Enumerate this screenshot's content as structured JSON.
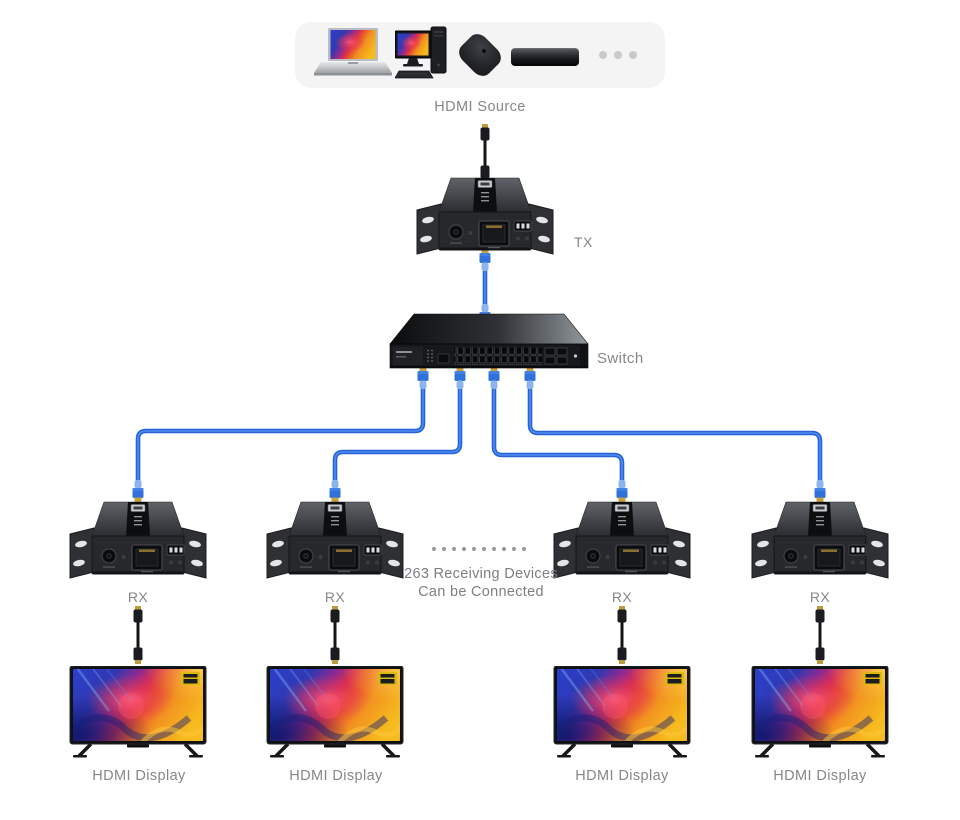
{
  "source": {
    "label": "HDMI Source",
    "devices": [
      {
        "name": "laptop"
      },
      {
        "name": "desktop-pc"
      },
      {
        "name": "tv-box"
      },
      {
        "name": "media-player"
      }
    ]
  },
  "tx": {
    "label": "TX"
  },
  "switch": {
    "label": "Switch"
  },
  "receivers": [
    {
      "label": "RX"
    },
    {
      "label": "RX"
    },
    {
      "label": "RX"
    },
    {
      "label": "RX"
    }
  ],
  "displays": [
    {
      "label": "HDMI Display"
    },
    {
      "label": "HDMI Display"
    },
    {
      "label": "HDMI Display"
    },
    {
      "label": "HDMI Display"
    }
  ],
  "note": {
    "line1": "263 Receiving Devices",
    "line2": "Can be Connected"
  },
  "colors": {
    "ethernet_cable_blue": "#2463d8",
    "connector_boot_blue": "#8ab5ee",
    "connector_gold": "#c79f3c",
    "hdmi_cable_black": "#1b1c1f",
    "label_gray": "#85878a",
    "source_box_bg": "#f4f4f5",
    "device_black": "#26282c"
  }
}
